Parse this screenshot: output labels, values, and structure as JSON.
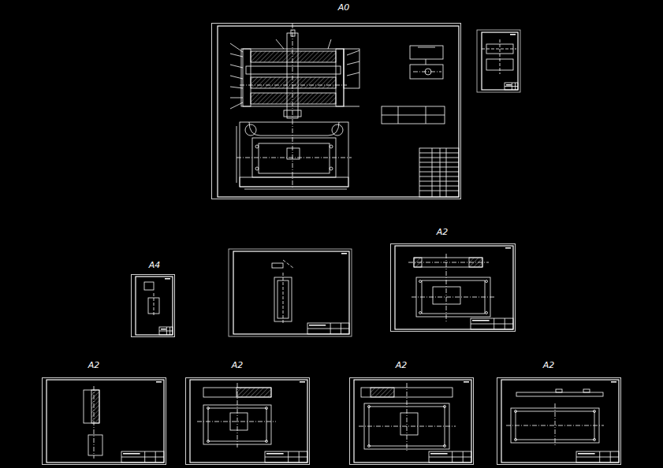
{
  "diagram": {
    "nodes": [
      {
        "text": [
          "A0"
        ]
      },
      {
        "text": [
          "A4"
        ]
      },
      {
        "text": [
          "A2"
        ]
      },
      {
        "text": [
          "A2"
        ]
      },
      {
        "text": [
          "A2"
        ]
      },
      {
        "text": [
          "A2"
        ]
      },
      {
        "text": [
          "A2"
        ]
      }
    ]
  }
}
